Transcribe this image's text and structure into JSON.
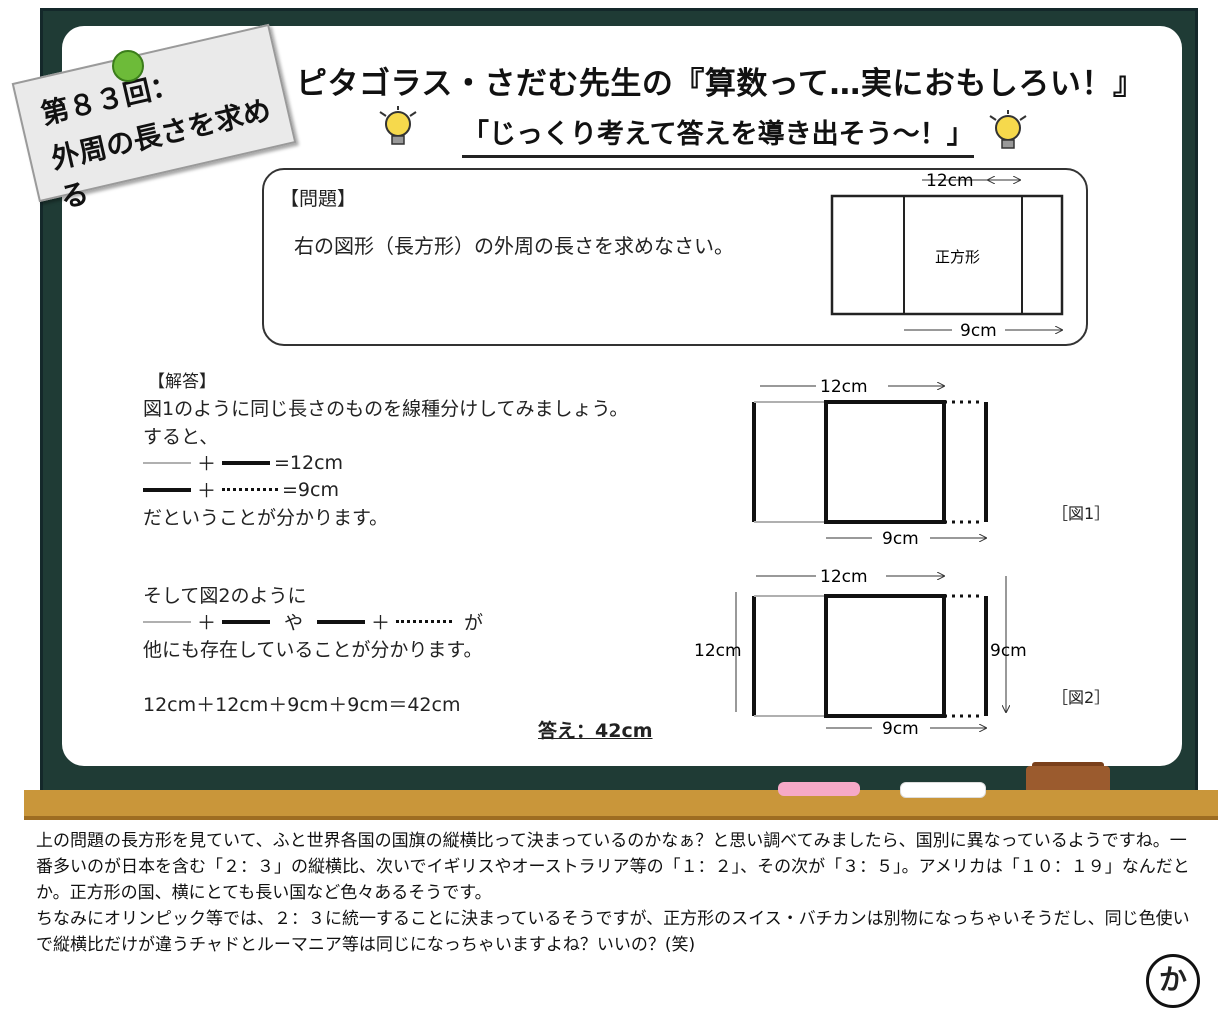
{
  "tag": {
    "line1": "第８３回：",
    "line2": "外周の長さを求める"
  },
  "header": {
    "title": "ピタゴラス・さだむ先生の『算数って…実におもしろい！』",
    "subtitle": "「じっくり考えて答えを導き出そう〜！」"
  },
  "problem": {
    "heading": "【問題】",
    "text": "右の図形（長方形）の外周の長さを求めなさい。",
    "fig": {
      "top_label": "12cm",
      "center_label": "正方形",
      "bottom_label": "9cm"
    }
  },
  "answer": {
    "heading": "【解答】",
    "line1": "図1のように同じ長さのものを線種分けしてみましょう。",
    "line2": "すると、",
    "eq1_plus": "＋",
    "eq1_result": "=12cm",
    "eq2_plus": "＋",
    "eq2_result": "=9cm",
    "line5": "だということが分かります。",
    "line6": "そして図2のように",
    "line7_plus": "＋",
    "line7_ya": "や",
    "line7_plus2": "＋",
    "line7_ga": "が",
    "line8": "他にも存在していることが分かります。",
    "sum": "12cm＋12cm＋9cm＋9cm＝42cm",
    "final": "答え：42cm"
  },
  "figure1": {
    "caption": "［図1］",
    "top_label": "12cm",
    "bottom_label": "9cm"
  },
  "figure2": {
    "caption": "［図2］",
    "top_label": "12cm",
    "bottom_label": "9cm",
    "left_label": "12cm",
    "right_label": "9cm"
  },
  "note": {
    "p1": "上の問題の長方形を見ていて、ふと世界各国の国旗の縦横比って決まっているのかなぁ？と思い調べてみましたら、国別に異なっているようですね。一番多いのが日本を含む「２：３」の縦横比、次いでイギリスやオーストラリア等の「１：２」、その次が「３：５」。アメリカは「１０：１９」なんだとか。正方形の国、横にとても長い国など色々あるそうです。",
    "p2": "ちなみにオリンピック等では、２：３に統一することに決まっているそうですが、正方形のスイス・バチカンは別物になっちゃいそうだし、同じ色使いで縦横比だけが違うチャドとルーマニア等は同じになっちゃいますよね？いいの？(笑)"
  },
  "signature": "か",
  "colors": {
    "board": "#1f3b35",
    "ledge": "#c9963a",
    "chalk_pink": "#f6a9c7",
    "pin": "#6dbb39"
  }
}
